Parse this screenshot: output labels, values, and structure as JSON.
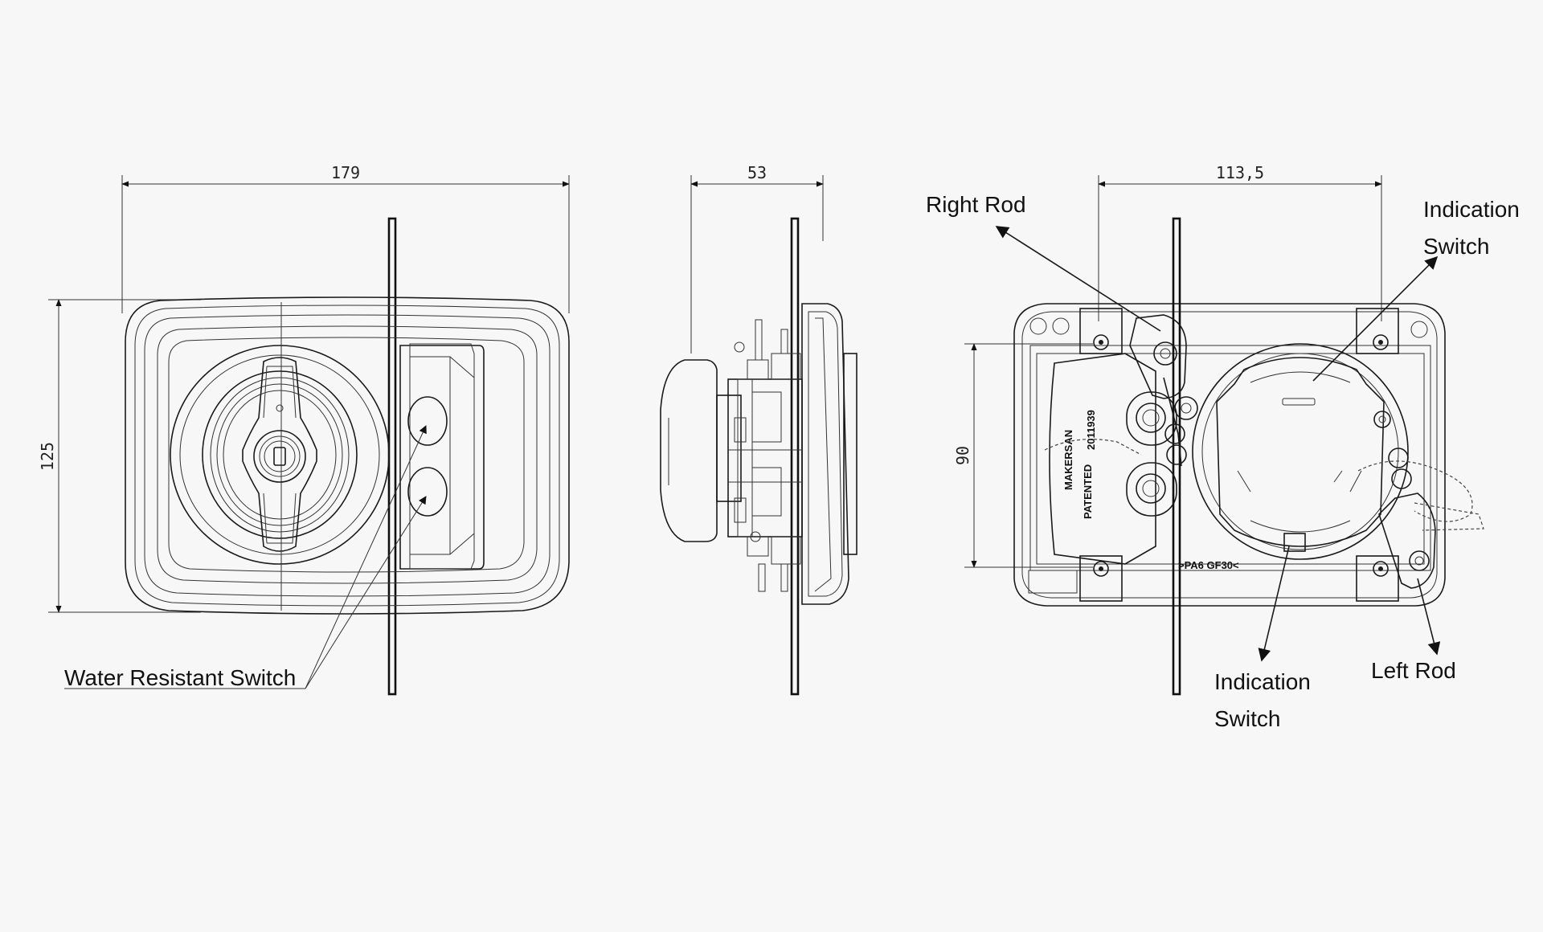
{
  "front_view": {
    "width_dim": "179",
    "height_dim": "125",
    "switch_label": "Water Resistant Switch"
  },
  "side_view": {
    "depth_dim": "53"
  },
  "back_view": {
    "width_dim": "113,5",
    "height_dim": "90",
    "right_rod_label": "Right Rod",
    "left_rod_label": "Left Rod",
    "indication_switch_top_line1": "Indication",
    "indication_switch_top_line2": "Switch",
    "indication_switch_bottom_line1": "Indication",
    "indication_switch_bottom_line2": "Switch",
    "embossed_brand": "MAKERSAN",
    "embossed_patent": "PATENTED",
    "embossed_number": "2011939",
    "material_mark": ">PA6 GF30<"
  }
}
